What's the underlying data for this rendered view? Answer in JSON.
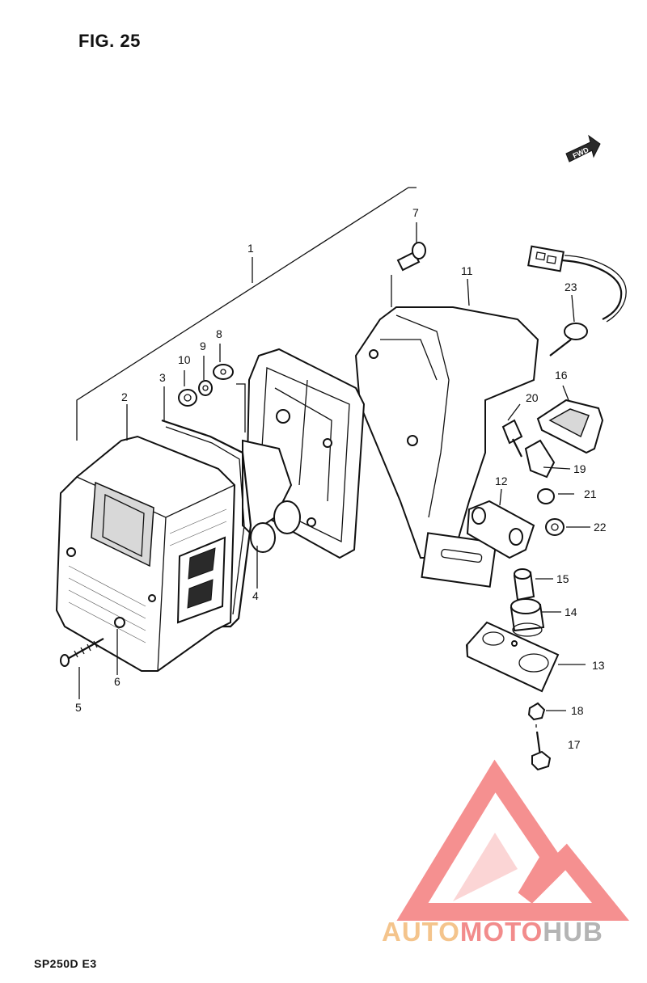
{
  "figure": {
    "title": "FIG. 25",
    "model": "SP250D E3"
  },
  "direction_tag": "FWD",
  "logo": {
    "part_a": "AUTO",
    "part_b": "MOTO",
    "part_c": "HUB"
  },
  "colors": {
    "logo_triangle": "#f26b6b",
    "logo_auto": "#f4c48c",
    "logo_moto": "#f28c8c",
    "logo_hub": "#b4b4b4"
  },
  "callouts": {
    "c1": "1",
    "c2": "2",
    "c3": "3",
    "c4": "4",
    "c5": "5",
    "c6": "6",
    "c7": "7",
    "c8": "8",
    "c9": "9",
    "c10": "10",
    "c11": "11",
    "c12": "12",
    "c13": "13",
    "c14": "14",
    "c15": "15",
    "c16": "16",
    "c17": "17",
    "c18": "18",
    "c19": "19",
    "c20": "20",
    "c21": "21",
    "c22": "22",
    "c23": "23"
  }
}
